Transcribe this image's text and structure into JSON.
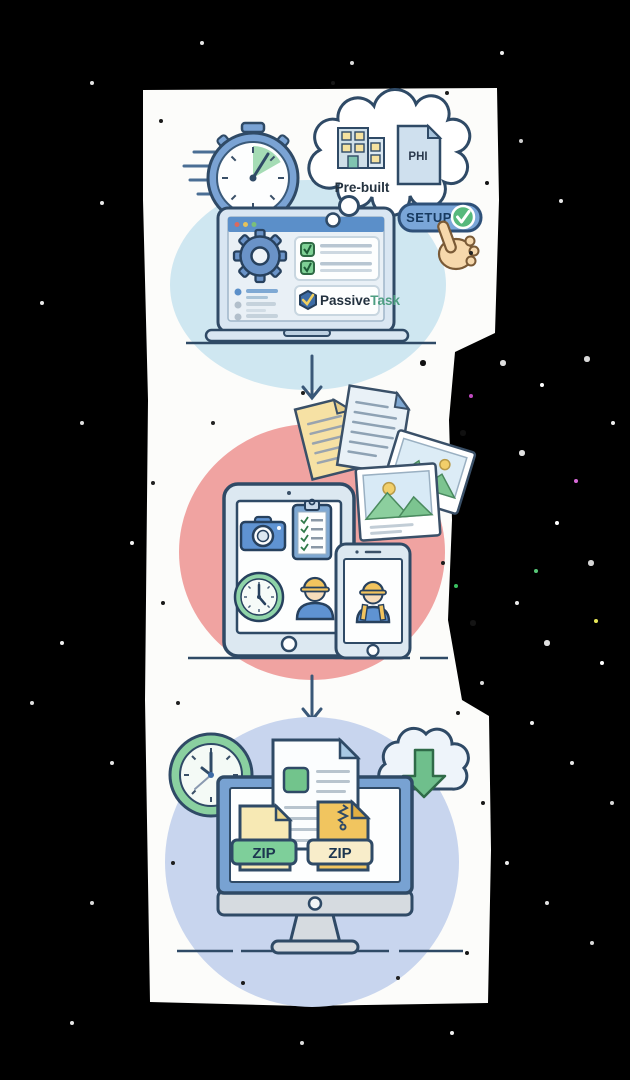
{
  "palette": {
    "outline": "#2f4a66",
    "stage1_circle": "#cfe7f1",
    "stage2_circle": "#f0a3a1",
    "stage3_circle": "#c8d5ee",
    "accent_blue": "#6a94c8",
    "accent_green": "#6fbf8c",
    "accent_yellow": "#f2c45e",
    "paper": "#fcfcfa",
    "background": "#000000"
  },
  "stage1": {
    "icons": [
      "stopwatch-icon",
      "speed-lines",
      "thought-cloud",
      "building-icon",
      "phi-document-icon",
      "browser-window",
      "gear-icon",
      "checklist",
      "passivetask-logo",
      "check-circle-icon",
      "cursor-hand-icon"
    ],
    "cloud": {
      "prebuilt_label": "Pre-built",
      "phi_label": "PHI"
    },
    "setup_button": {
      "label": "SETUP"
    },
    "laptop_brand": {
      "word1": "Passive",
      "word2": "Task"
    }
  },
  "stage2": {
    "icons": [
      "yellow-document-icon",
      "blue-document-icon",
      "photo-icon",
      "photo-icon",
      "tablet",
      "camera-icon",
      "clipboard-icon",
      "clock-icon",
      "worker-avatar-icon",
      "phone",
      "worker-avatar-icon"
    ]
  },
  "stage3": {
    "icons": [
      "clock-icon",
      "report-document-icon",
      "cloud-download-icon",
      "monitor",
      "zip-file-icon",
      "zip-file-icon"
    ],
    "zip_left_label": "ZIP",
    "zip_right_label": "ZIP"
  }
}
